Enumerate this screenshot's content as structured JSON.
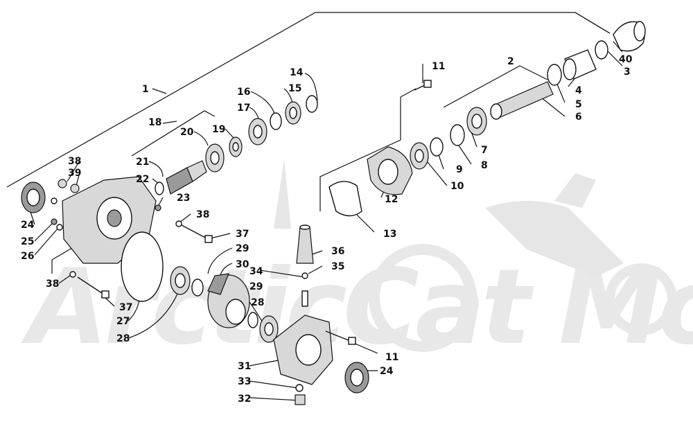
{
  "diagram": {
    "watermark_text": "ArcticCat Moto",
    "labels": {
      "l1": "1",
      "l2": "2",
      "l3": "3",
      "l4": "4",
      "l5": "5",
      "l6": "6",
      "l7": "7",
      "l8": "8",
      "l9": "9",
      "l10": "10",
      "l11a": "11",
      "l11b": "11",
      "l12": "12",
      "l13": "13",
      "l14": "14",
      "l15": "15",
      "l16": "16",
      "l17": "17",
      "l18": "18",
      "l19": "19",
      "l20": "20",
      "l21": "21",
      "l22": "22",
      "l23": "23",
      "l24a": "24",
      "l24b": "24",
      "l25": "25",
      "l26": "26",
      "l27": "27",
      "l28a": "28",
      "l28b": "28",
      "l29a": "29",
      "l29b": "29",
      "l30": "30",
      "l31": "31",
      "l32": "32",
      "l33": "33",
      "l34": "34",
      "l35": "35",
      "l36": "36",
      "l37a": "37",
      "l37b": "37",
      "l38a": "38",
      "l38b": "38",
      "l38c": "38",
      "l39": "39",
      "l40": "40"
    }
  }
}
